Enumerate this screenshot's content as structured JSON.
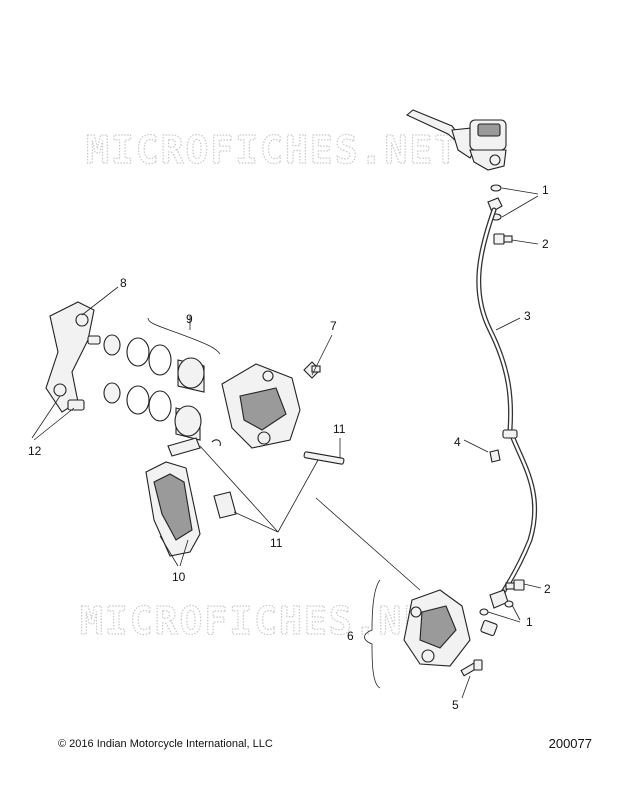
{
  "watermark": "MICROFICHES.NET",
  "callouts": {
    "c1a": "1",
    "c2a": "2",
    "c3": "3",
    "c4": "4",
    "c1b": "1",
    "c2b": "2",
    "c5": "5",
    "c6": "6",
    "c7": "7",
    "c8": "8",
    "c9": "9",
    "c10": "10",
    "c11a": "11",
    "c11b": "11",
    "c12": "12"
  },
  "footer": {
    "copyright": "2016 Indian Motorcycle International, LLC",
    "diagram_id": "200077"
  }
}
